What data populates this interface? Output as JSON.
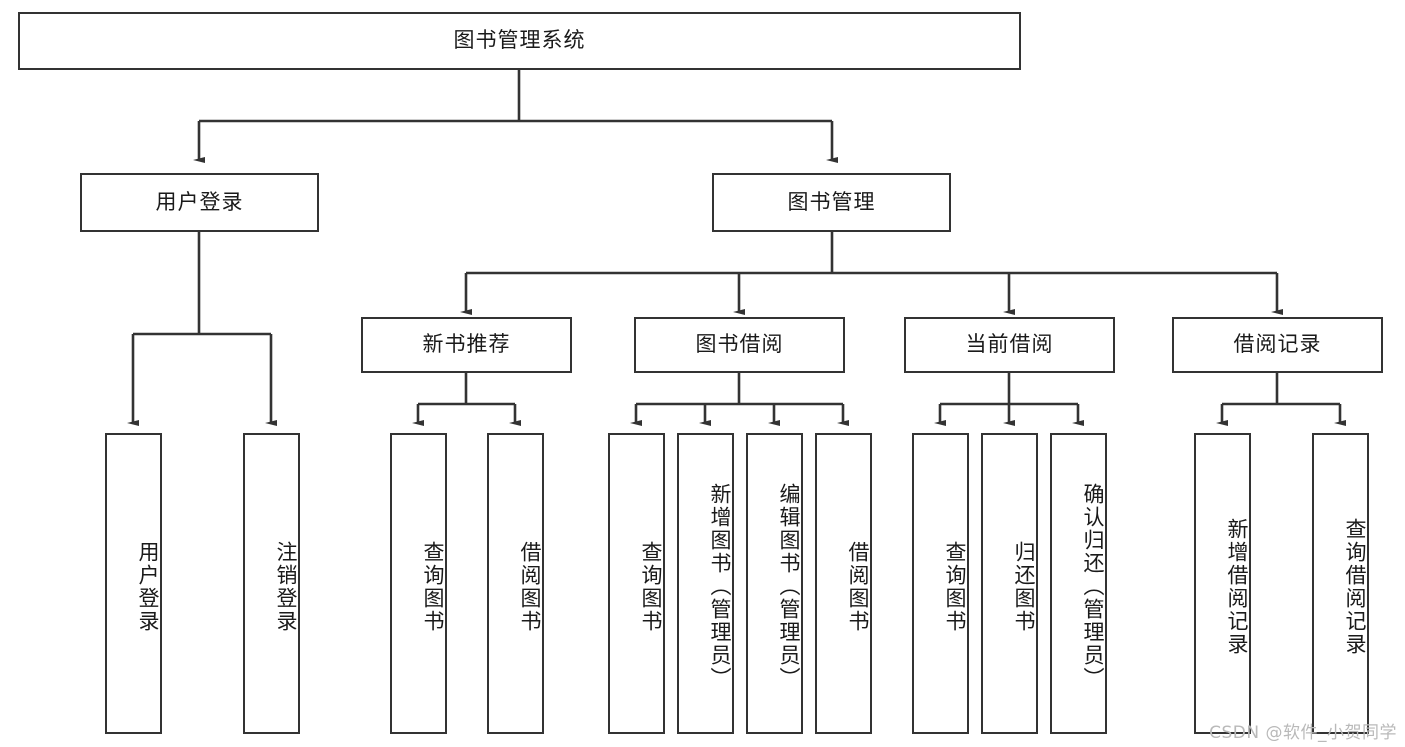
{
  "diagram": {
    "title": "图书管理系统",
    "type": "tree-hierarchy",
    "root": {
      "label": "图书管理系统"
    },
    "level2": [
      {
        "label": "用户登录"
      },
      {
        "label": "图书管理"
      }
    ],
    "level3": [
      {
        "label": "新书推荐"
      },
      {
        "label": "图书借阅"
      },
      {
        "label": "当前借阅"
      },
      {
        "label": "借阅记录"
      }
    ],
    "leaves_user_login": [
      {
        "label": "用户登录"
      },
      {
        "label": "注销登录"
      }
    ],
    "leaves_new_books": [
      {
        "label": "查询图书"
      },
      {
        "label": "借阅图书"
      }
    ],
    "leaves_borrow": [
      {
        "label": "查询图书"
      },
      {
        "label": "新增图书（管理员）"
      },
      {
        "label": "编辑图书（管理员）"
      },
      {
        "label": "借阅图书"
      }
    ],
    "leaves_current": [
      {
        "label": "查询图书"
      },
      {
        "label": "归还图书"
      },
      {
        "label": "确认归还（管理员）"
      }
    ],
    "leaves_records": [
      {
        "label": "新增借阅记录"
      },
      {
        "label": "查询借阅记录"
      }
    ]
  },
  "watermark": {
    "text": "CSDN @软件_小贺同学"
  },
  "colors": {
    "border": "#333333",
    "line": "#333333",
    "background": "#ffffff",
    "text": "#1a1a1a",
    "watermark": "#b9b9b9"
  }
}
